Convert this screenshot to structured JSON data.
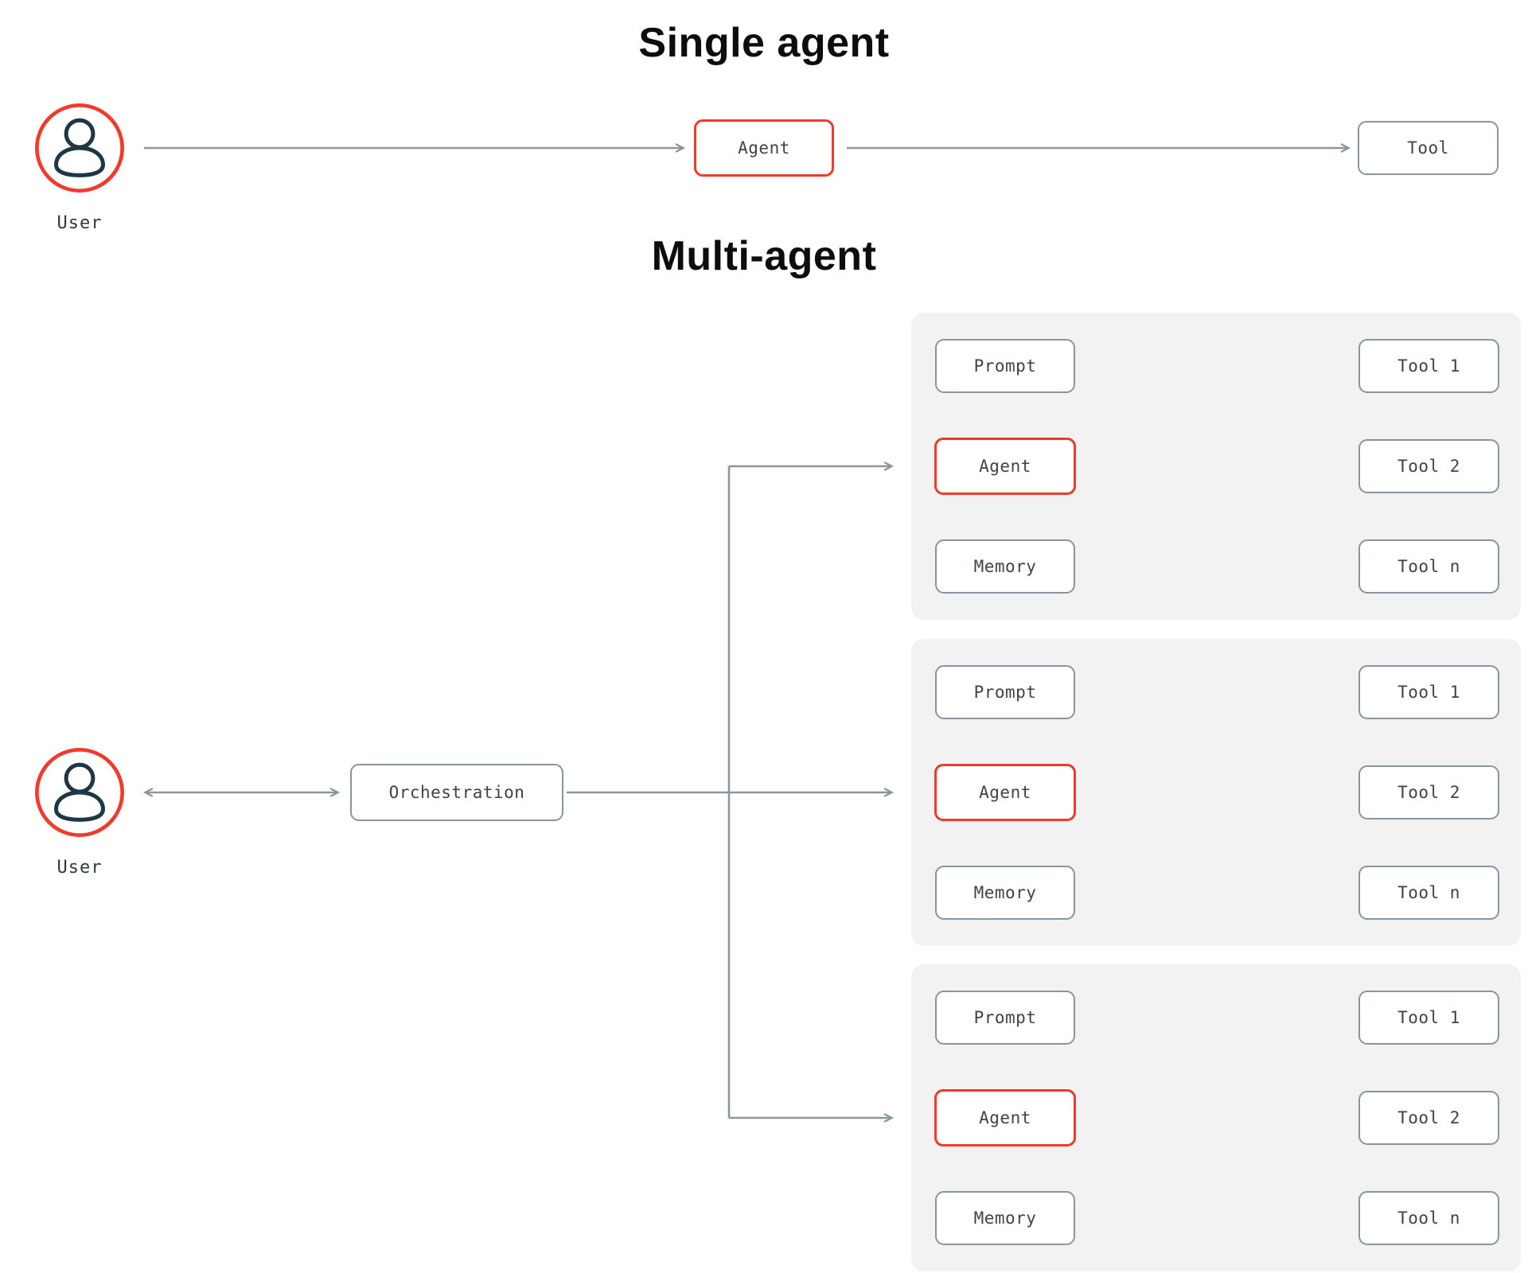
{
  "titles": {
    "single": "Single agent",
    "multi": "Multi-agent"
  },
  "single_agent": {
    "user_label": "User",
    "agent_label": "Agent",
    "tool_label": "Tool"
  },
  "multi_agent": {
    "user_label": "User",
    "orchestration_label": "Orchestration",
    "groups": [
      {
        "prompt": "Prompt",
        "agent": "Agent",
        "memory": "Memory",
        "tools": [
          "Tool 1",
          "Tool 2",
          "Tool n"
        ]
      },
      {
        "prompt": "Prompt",
        "agent": "Agent",
        "memory": "Memory",
        "tools": [
          "Tool 1",
          "Tool 2",
          "Tool n"
        ]
      },
      {
        "prompt": "Prompt",
        "agent": "Agent",
        "memory": "Memory",
        "tools": [
          "Tool 1",
          "Tool 2",
          "Tool n"
        ]
      }
    ]
  },
  "icons": {
    "user": "person-in-red-circle"
  },
  "colors": {
    "accent_red": "#f23a2b",
    "line_gray": "#8b969e",
    "border_gray": "#8795a0",
    "panel_bg": "#f2f2f2",
    "icon_navy": "#1d3843",
    "node_text": "#3e4347",
    "label_text": "#2c3a42",
    "title_black": "#0d0d0d"
  }
}
